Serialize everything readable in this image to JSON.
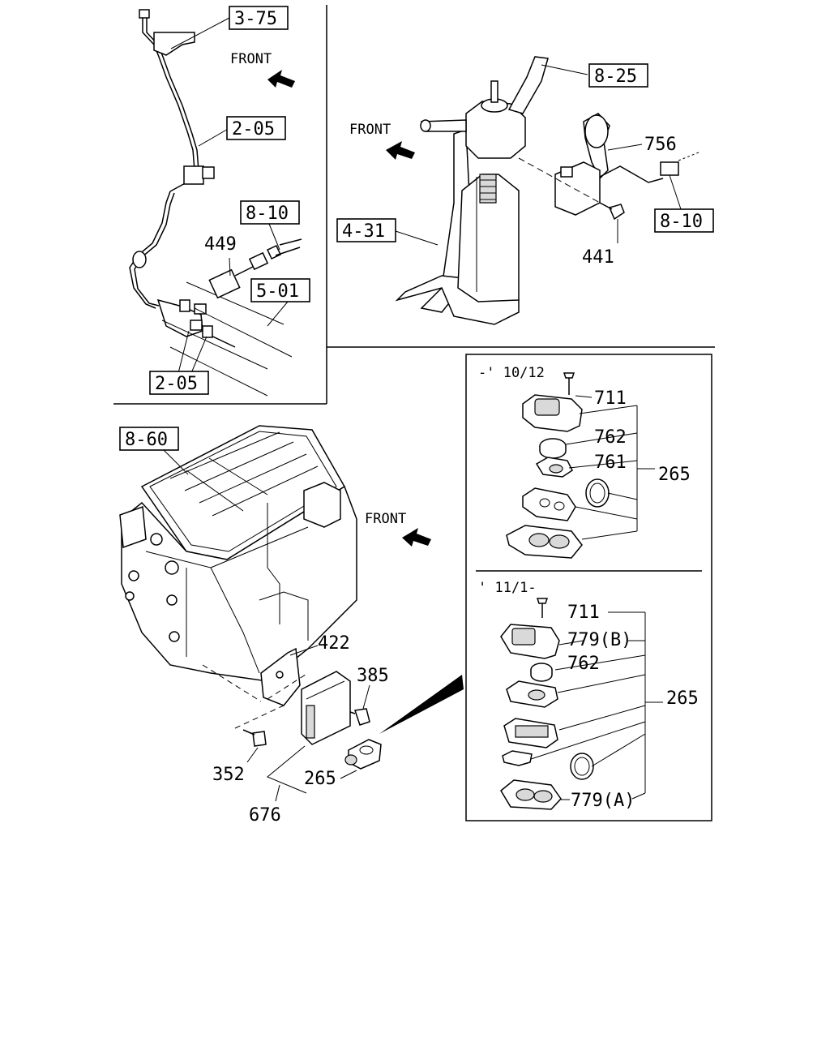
{
  "panels": {
    "brake_switch": {
      "front_label": "FRONT",
      "refs": {
        "r375": "3-75",
        "r205_top": "2-05",
        "r810": "8-10",
        "r501": "5-01",
        "r205_bottom": "2-05"
      },
      "parts": {
        "p449": "449"
      }
    },
    "steering_column": {
      "front_label": "FRONT",
      "refs": {
        "r825": "8-25",
        "r431": "4-31",
        "r810": "8-10"
      },
      "parts": {
        "p756": "756",
        "p441": "441"
      }
    },
    "heater_unit": {
      "front_label": "FRONT",
      "refs": {
        "r860": "8-60"
      },
      "parts": {
        "p422": "422",
        "p385": "385",
        "p352": "352",
        "p265": "265",
        "p676": "676"
      }
    },
    "keyless_early": {
      "date": "-' 10/12",
      "parts": {
        "p711": "711",
        "p762": "762",
        "p761": "761",
        "p265": "265"
      }
    },
    "keyless_late": {
      "date": "' 11/1-",
      "parts": {
        "p711": "711",
        "p779b": "779(B)",
        "p762": "762",
        "p265": "265",
        "p779a": "779(A)"
      }
    }
  }
}
